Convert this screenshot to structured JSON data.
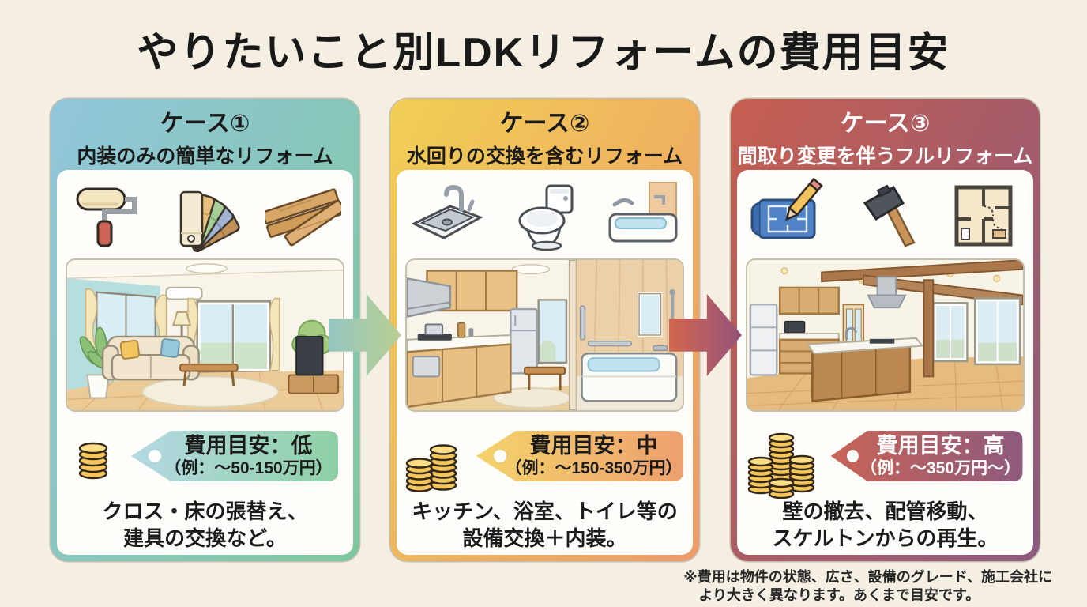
{
  "page": {
    "title": "やりたいこと別LDKリフォームの費用目安",
    "background_color": "#f4efe2",
    "title_color": "#191919"
  },
  "cards": [
    {
      "case_label": "ケース①",
      "case_title": "内装のみの簡単なリフォーム",
      "icons": [
        "paint-roller-icon",
        "color-swatches-icon",
        "wood-planks-icon"
      ],
      "illustration": "living-room-interior",
      "coin_stacks": 1,
      "cost_level": "費用目安：低",
      "cost_example": "（例：〜50-150万円）",
      "description_line1": "クロス・床の張替え、",
      "description_line2": "建具の交換など。",
      "theme": {
        "gradient_start": "#92c7dc",
        "gradient_end": "#7ec79d",
        "header_text_color": "#1b1b1b",
        "tag_gradient_start": "#b4d9e3",
        "tag_gradient_end": "#8ed0a5",
        "tag_text_color": "#1b1b1b"
      }
    },
    {
      "case_label": "ケース②",
      "case_title": "水回りの交換を含むリフォーム",
      "icons": [
        "kitchen-sink-icon",
        "toilet-icon",
        "bathtub-icon"
      ],
      "illustration": "kitchen-and-bathroom",
      "coin_stacks": 2,
      "cost_level": "費用目安：中",
      "cost_example": "（例：〜150-350万円）",
      "description_line1": "キッチン、浴室、トイレ等の",
      "description_line2": "設備交換＋内装。",
      "theme": {
        "gradient_start": "#f2cf55",
        "gradient_end": "#eb9a68",
        "header_text_color": "#1b1b1b",
        "tag_gradient_start": "#f4d36b",
        "tag_gradient_end": "#eda06f",
        "tag_text_color": "#1b1b1b"
      }
    },
    {
      "case_label": "ケース③",
      "case_title": "間取り変更を伴うフルリフォーム",
      "icons": [
        "blueprint-icon",
        "hammer-icon",
        "floor-plan-icon"
      ],
      "illustration": "open-ldk-island-kitchen",
      "coin_stacks": 4,
      "cost_level": "費用目安：高",
      "cost_example": "（例：〜350万円〜）",
      "description_line1": "壁の撤去、配管移動、",
      "description_line2": "スケルトンからの再生。",
      "theme": {
        "gradient_start": "#c65e50",
        "gradient_end": "#8b5b7e",
        "header_text_color": "#ffffff",
        "tag_gradient_start": "#c96456",
        "tag_gradient_end": "#8d5a7d",
        "tag_text_color": "#ffffff"
      }
    }
  ],
  "arrows": [
    {
      "name": "arrow-case1-to-case2",
      "gradient_start": "#94c6c1",
      "gradient_end": "#b9cf90"
    },
    {
      "name": "arrow-case2-to-case3",
      "gradient_start": "#d4674f",
      "gradient_end": "#94527a"
    }
  ],
  "footnote": {
    "line1": "※費用は物件の状態、広さ、設備のグレード、施工会社に",
    "line2": "より大きく異なります。あくまで目安です。",
    "text_color": "#262626"
  },
  "coin_color": "#f5c65c"
}
